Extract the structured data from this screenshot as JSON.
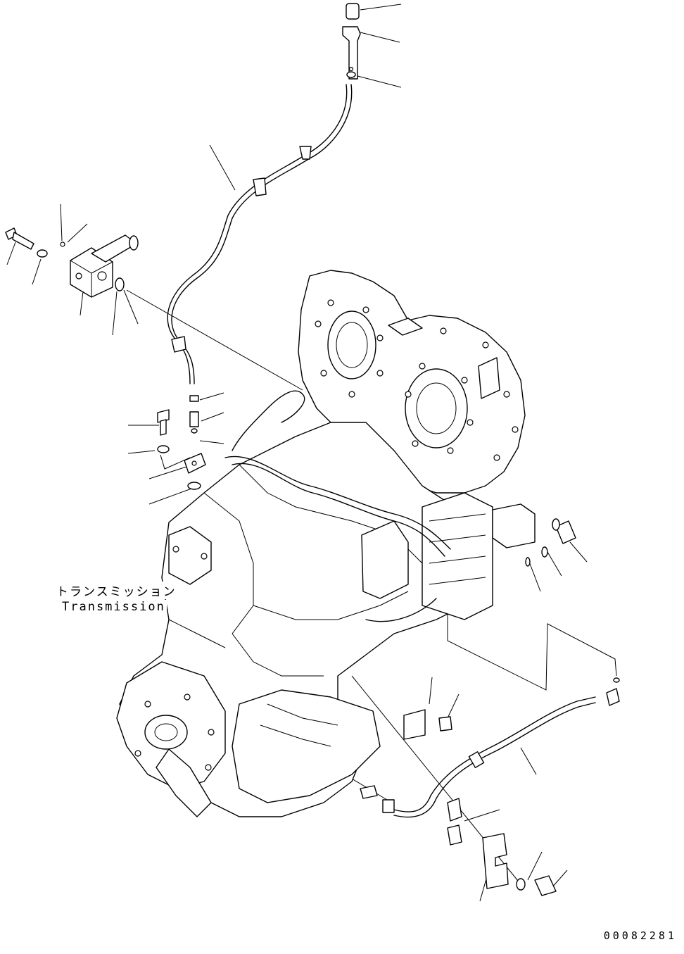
{
  "caption": {
    "japanese": "トランスミッション",
    "english": "Transmission"
  },
  "drawing_number": "00082281"
}
